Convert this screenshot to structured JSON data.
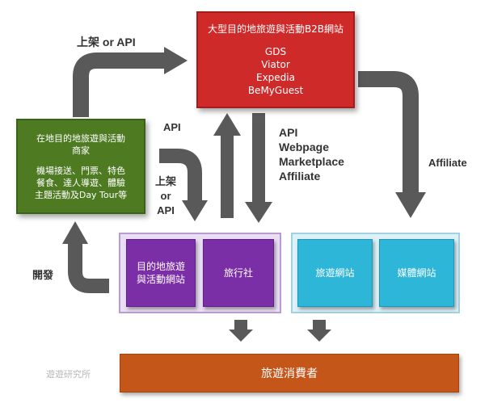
{
  "b2b_platform": {
    "title": "大型目的地旅遊與活動B2B網站",
    "items": [
      "GDS",
      "Viator",
      "Expedia",
      "BeMyGuest"
    ]
  },
  "local_merchant": {
    "title_line1": "在地目的地旅遊與活動",
    "title_line2": "商家",
    "detail_line1": "機場接送、門票、特色",
    "detail_line2": "餐食、達人導遊、體驗",
    "detail_line3": "主題活動及Day Tour等"
  },
  "channels": {
    "dest_site_line1": "目的地旅遊",
    "dest_site_line2": "與活動網站",
    "agency": "旅行社",
    "travel_site": "旅遊網站",
    "media_site": "媒體網站"
  },
  "consumer": "旅遊消費者",
  "labels": {
    "list_on_api_top": "上架 or API",
    "api_up": "API",
    "api_down_list": [
      "API",
      "Webpage",
      "Marketplace",
      "Affiliate"
    ],
    "affiliate": "Affiliate",
    "list_on_api_mid_1": "上架",
    "list_on_api_mid_2": "or",
    "list_on_api_mid_3": "API",
    "develop": "開發"
  },
  "watermark": "遊遊研究所",
  "colors": {
    "b2b": "#cf2a2a",
    "merchant": "#4e7a22",
    "purple": "#7b2fa6",
    "blue": "#2eb6d9",
    "consumer": "#c4561a",
    "arrow": "#595959"
  }
}
